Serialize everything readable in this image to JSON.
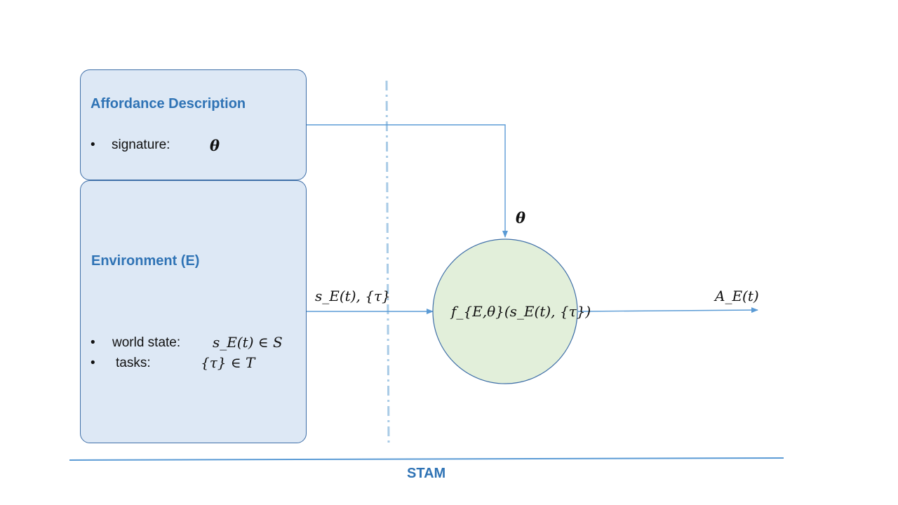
{
  "affordance": {
    "title": "Affordance Description",
    "signature_label": "signature:",
    "signature_value": "θ",
    "bullet": "•"
  },
  "environment": {
    "title": "Environment (E)",
    "world_state_label": "world state:",
    "world_state_value": "s_E(t) ∈ S",
    "tasks_label": "tasks:",
    "tasks_value": "{τ} ∈ T",
    "bullet": "•"
  },
  "flow": {
    "input_label": "s_E(t), {τ}",
    "theta_label": "θ",
    "function_label": "f_{E,θ}(s_E(t), {τ})",
    "output_label": "A_E(t)"
  },
  "footer": {
    "stam_label": "STAM"
  },
  "colors": {
    "box_fill": "#dde8f5",
    "box_border": "#3f6fa8",
    "circle_fill": "#e2efda",
    "arrow": "#5b9bd5",
    "title_text": "#2f73b5",
    "dashed_divider": "#a9cbe6"
  }
}
